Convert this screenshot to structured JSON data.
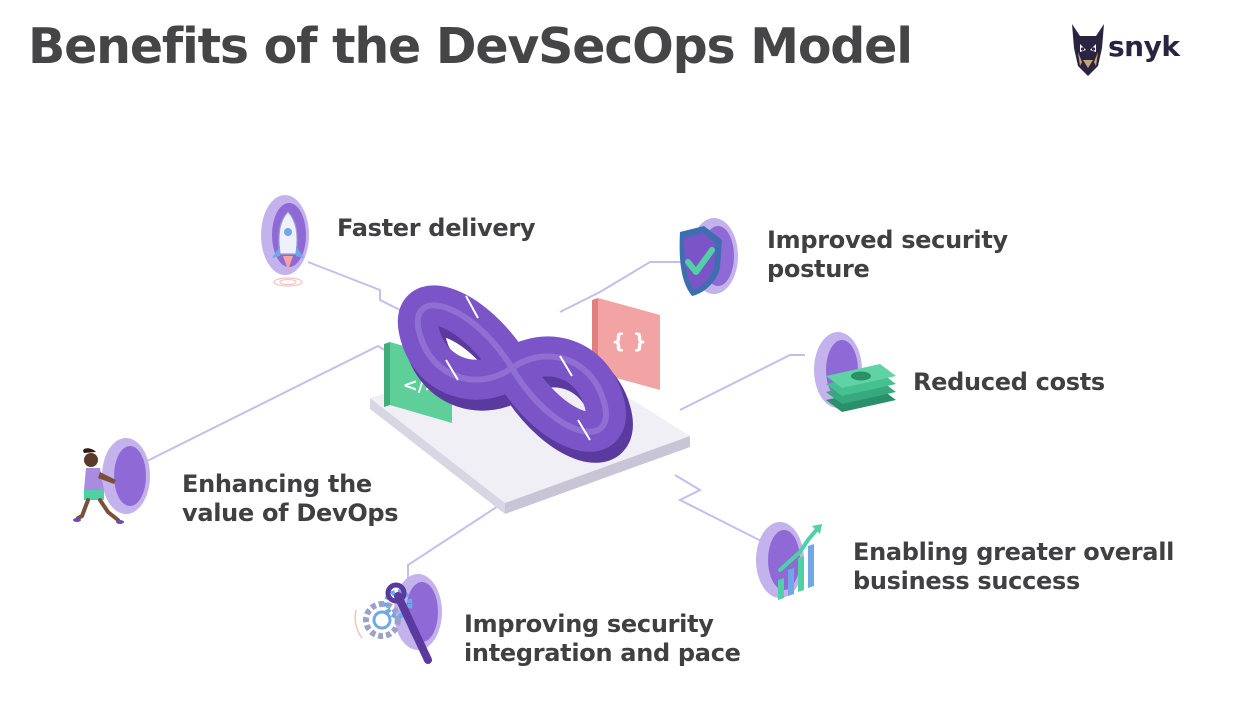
{
  "title": "Benefits of the DevSecOps Model",
  "brand": {
    "name": "snyk",
    "logo_icon": "doberman-dog-icon"
  },
  "hub": {
    "center_icon": "infinity-loop-icon",
    "left_card_text": "</>",
    "right_card_text": "{ }"
  },
  "benefits": [
    {
      "id": "faster-delivery",
      "icon": "rocket-icon",
      "lines": [
        "Faster delivery"
      ]
    },
    {
      "id": "improved-security-posture",
      "icon": "shield-check-icon",
      "lines": [
        "Improved security",
        "posture"
      ]
    },
    {
      "id": "reduced-costs",
      "icon": "money-stack-icon",
      "lines": [
        "Reduced costs"
      ]
    },
    {
      "id": "enhancing-value",
      "icon": "running-person-icon",
      "lines": [
        "Enhancing the",
        "value of DevOps"
      ]
    },
    {
      "id": "business-success",
      "icon": "growth-chart-icon",
      "lines": [
        "Enabling greater overall",
        "business success"
      ]
    },
    {
      "id": "security-integration",
      "icon": "gear-wrench-icon",
      "lines": [
        "Improving security",
        "integration and pace"
      ]
    }
  ],
  "colors": {
    "purple": "#7b55c7",
    "purple_dark": "#5a3a9e",
    "purple_light": "#c4b2ec",
    "connector": "#c7bdea",
    "green_card": "#5fcf9a",
    "pink_card": "#f2a3a3",
    "text": "#404043"
  }
}
